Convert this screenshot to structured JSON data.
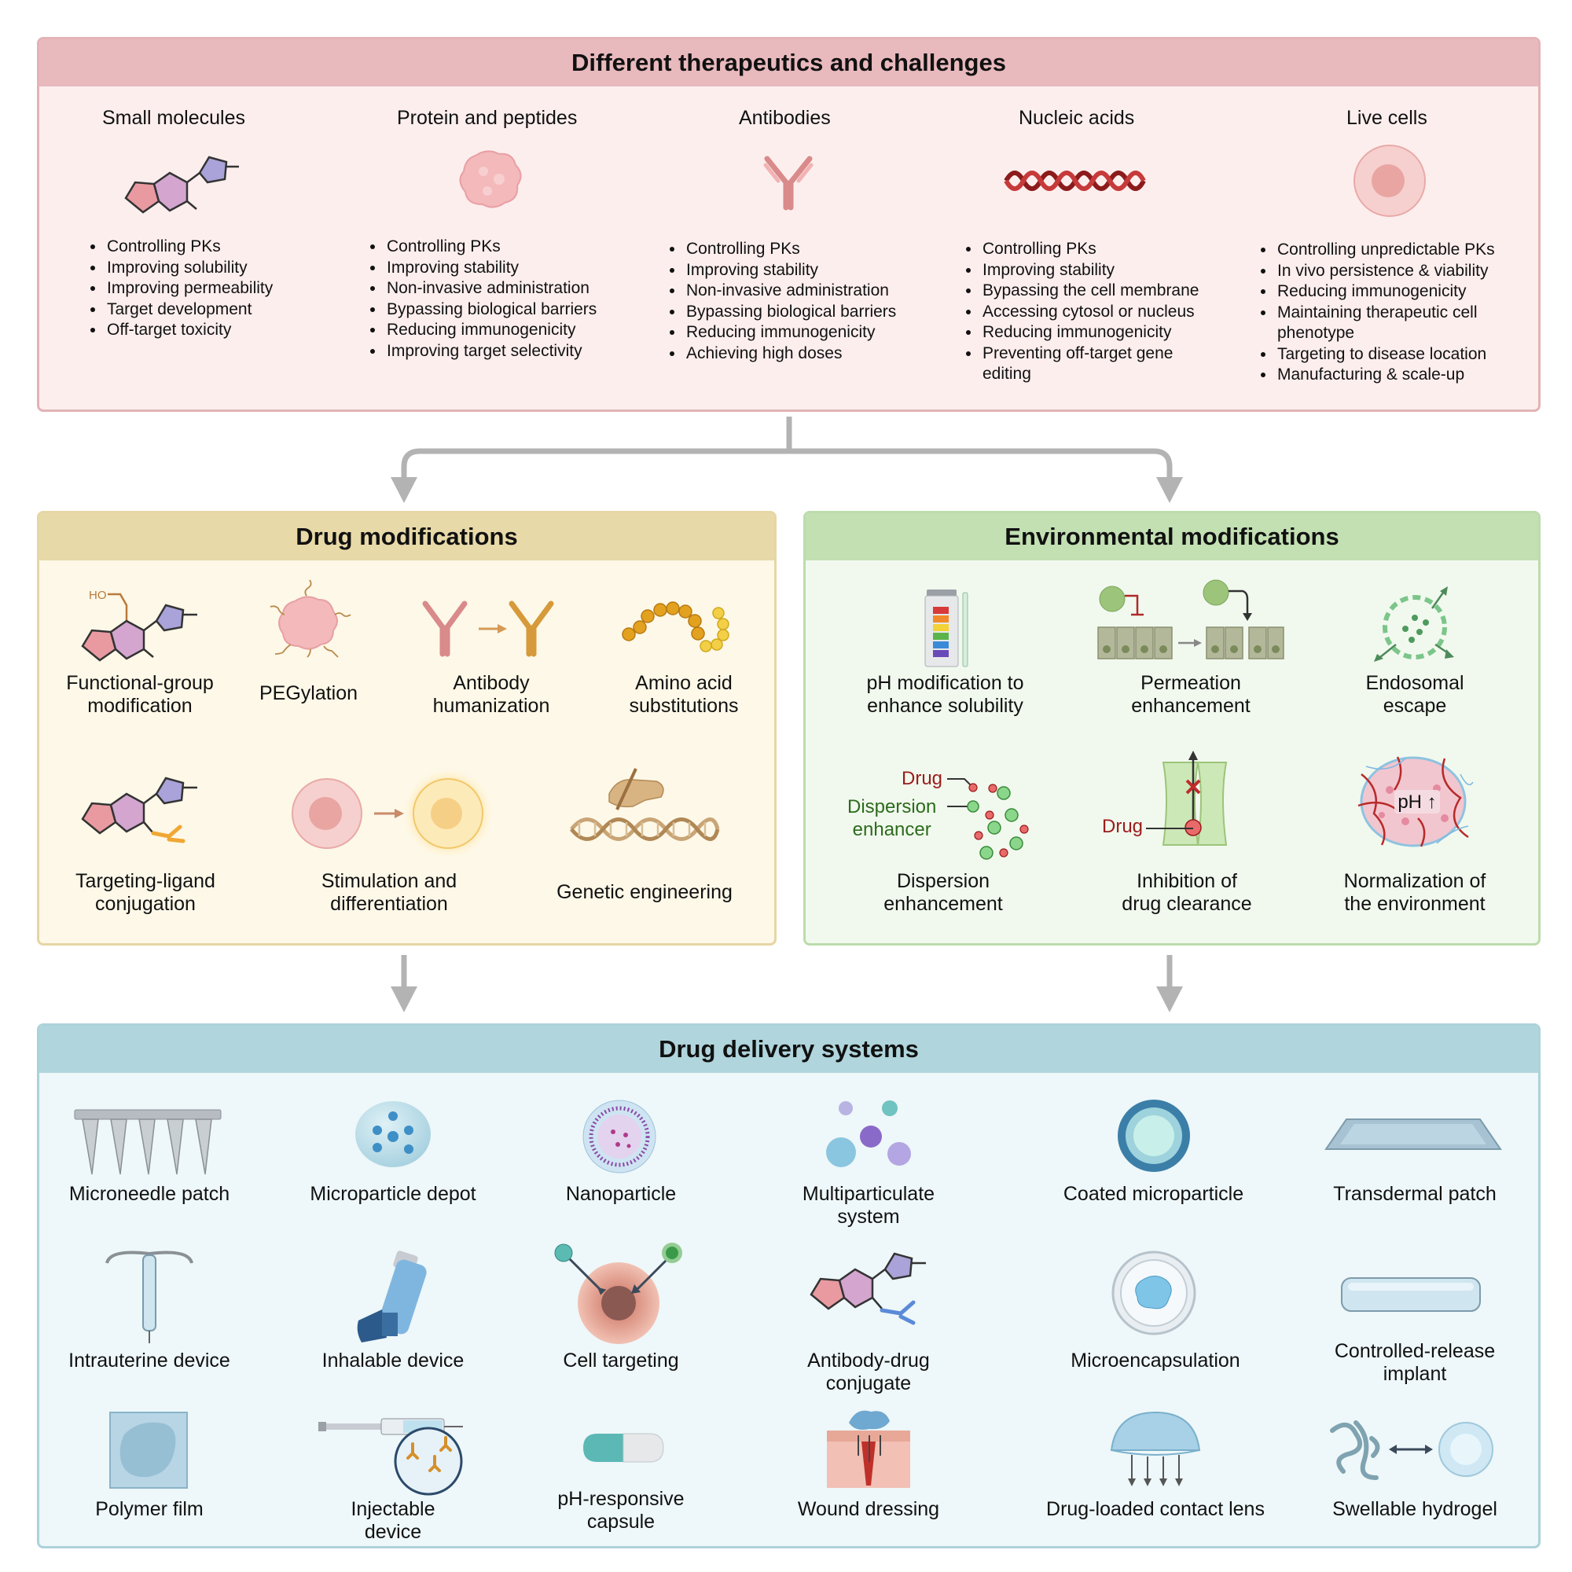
{
  "top": {
    "title": "Different therapeutics and challenges",
    "columns": [
      {
        "name": "Small molecules",
        "icon": "small-molecule-icon",
        "items": [
          "Controlling PKs",
          "Improving solubility",
          "Improving permeability",
          "Target development",
          "Off-target toxicity"
        ]
      },
      {
        "name": "Protein and peptides",
        "icon": "protein-icon",
        "items": [
          "Controlling PKs",
          "Improving stability",
          "Non-invasive administration",
          "Bypassing biological barriers",
          "Reducing immunogenicity",
          "Improving target selectivity"
        ]
      },
      {
        "name": "Antibodies",
        "icon": "antibody-icon",
        "items": [
          "Controlling PKs",
          "Improving stability",
          "Non-invasive administration",
          "Bypassing biological barriers",
          "Reducing immunogenicity",
          "Achieving high doses"
        ]
      },
      {
        "name": "Nucleic acids",
        "icon": "dna-helix-icon",
        "items": [
          "Controlling PKs",
          "Improving stability",
          "Bypassing the cell membrane",
          "Accessing cytosol or nucleus",
          "Reducing immunogenicity",
          "Preventing off-target gene editing"
        ]
      },
      {
        "name": "Live cells",
        "icon": "cell-icon",
        "items": [
          "Controlling unpredictable PKs",
          "In vivo persistence & viability",
          "Reducing immunogenicity",
          "Maintaining therapeutic cell phenotype",
          "Targeting to disease location",
          "Manufacturing & scale-up"
        ]
      }
    ]
  },
  "drug_mod": {
    "title": "Drug modifications",
    "items": [
      "Functional-group\nmodification",
      "PEGylation",
      "Antibody\nhumanization",
      "Amino acid\nsubstitutions",
      "Targeting-ligand\nconjugation",
      "Stimulation and\ndifferentiation",
      "Genetic engineering"
    ],
    "ho_label": "HO"
  },
  "env_mod": {
    "title": "Environmental modifications",
    "items": [
      "pH modification to\nenhance solubility",
      "Permeation\nenhancement",
      "Endosomal\nescape",
      "Dispersion\nenhancement",
      "Inhibition of\ndrug clearance",
      "Normalization of\nthe environment"
    ],
    "drug_label": "Drug",
    "dispersion_label": "Dispersion\nenhancer",
    "drug_label_2": "Drug",
    "ph_label": "pH ↑"
  },
  "dds": {
    "title": "Drug delivery systems",
    "items": [
      "Microneedle patch",
      "Microparticle depot",
      "Nanoparticle",
      "Multiparticulate\nsystem",
      "Coated microparticle",
      "Transdermal patch",
      "Intrauterine device",
      "Inhalable device",
      "Cell targeting",
      "Antibody-drug\nconjugate",
      "Microencapsulation",
      "Controlled-release\nimplant",
      "Polymer film",
      "Injectable\ndevice",
      "pH-responsive\ncapsule",
      "Wound dressing",
      "Drug-loaded contact lens",
      "Swellable hydrogel"
    ]
  },
  "colors": {
    "top_header": "#e8b9bd",
    "top_body": "#fdeeee",
    "top_border": "#e3b3b6",
    "drug_header": "#e8d9a8",
    "drug_body": "#fdf8e8",
    "drug_border": "#e6d6a3",
    "env_header": "#c3e0b3",
    "env_body": "#f1f9ee",
    "env_border": "#bcdcac",
    "dds_header": "#b0d5dc",
    "dds_body": "#eef7f9",
    "dds_border": "#acd2d9",
    "arrow": "#b3b3b3"
  }
}
